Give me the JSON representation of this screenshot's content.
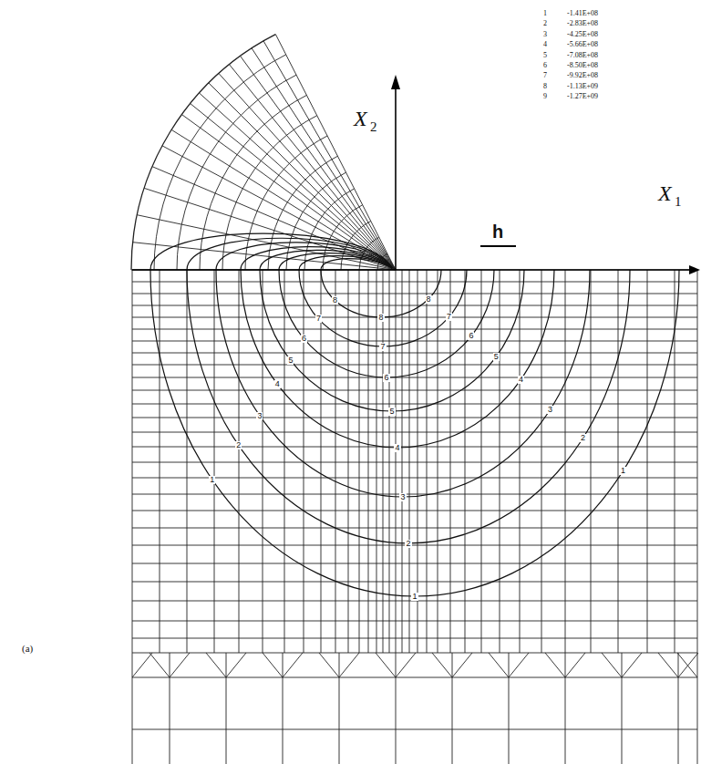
{
  "diagram": {
    "labels": [
      "1",
      "-1.41E+08",
      "2",
      "-2.83E+08",
      "3",
      "-4.25E+08",
      "4",
      "-5.66E+08",
      "5",
      "-7.08E+08",
      "6",
      "-8.50E+08",
      "7",
      "-9.92E+08",
      "8",
      "-1.13E+09",
      "9",
      "-1.27E+09",
      "X",
      "2",
      "X",
      "1",
      "h",
      "(a)",
      "1",
      "1",
      "1",
      "2",
      "2",
      "2",
      "3",
      "3",
      "3",
      "4",
      "4",
      "4",
      "5",
      "5",
      "5",
      "6",
      "6",
      "6",
      "7",
      "7",
      "7",
      "8",
      "8",
      "8"
    ]
  }
}
